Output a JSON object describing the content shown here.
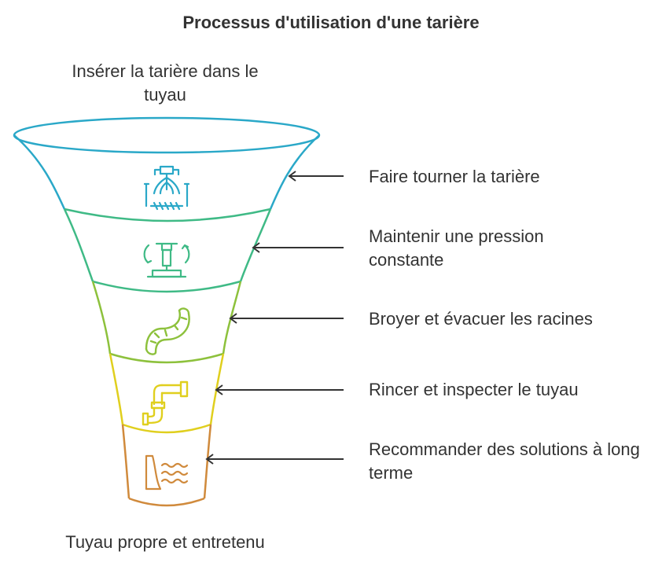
{
  "title": "Processus d'utilisation d'une tarière",
  "top_label": "Insérer la tarière dans le tuyau",
  "bottom_label": "Tuyau propre et entretenu",
  "steps": [
    {
      "label": "Faire tourner la tarière",
      "icon": "auger-machine-icon",
      "color": "#2aa8c8"
    },
    {
      "label": "Maintenir une pression constante",
      "icon": "pressure-valve-icon",
      "color": "#3fba86"
    },
    {
      "label": "Broyer et évacuer les racines",
      "icon": "root-icon",
      "color": "#8dc13c"
    },
    {
      "label": "Rincer et inspecter le tuyau",
      "icon": "pipe-icon",
      "color": "#e0cf1e"
    },
    {
      "label": "Recommander des solutions à long terme",
      "icon": "water-drain-icon",
      "color": "#d08a3c"
    }
  ]
}
